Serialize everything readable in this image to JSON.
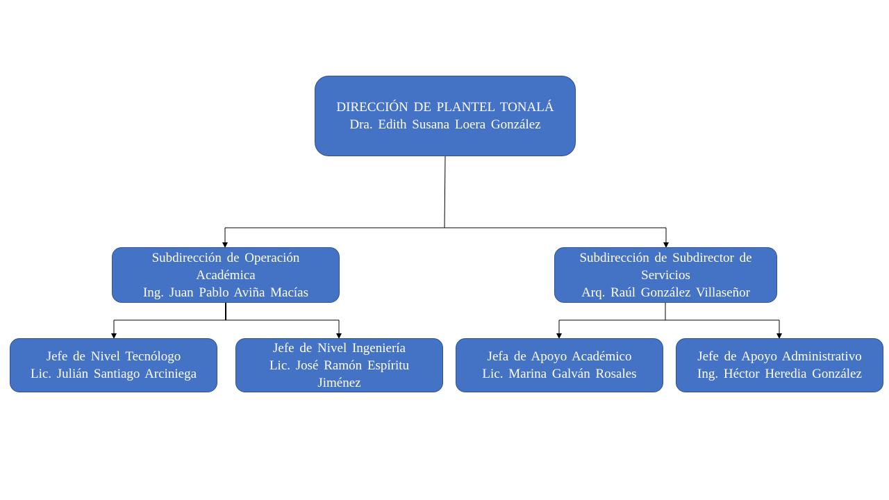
{
  "org_chart": {
    "root": {
      "title": "DIRECCIÓN DE PLANTEL TONALÁ",
      "person": "Dra. Edith Susana Loera González"
    },
    "sub_left": {
      "title_line1": "Subdirección de Operación",
      "title_line2": "Académica",
      "person": "Ing. Juan Pablo Aviña Macías"
    },
    "sub_right": {
      "title_line1": "Subdirección de Subdirector de",
      "title_line2": "Servicios",
      "person": "Arq. Raúl González Villaseñor"
    },
    "leaves": [
      {
        "title": "Jefe de Nivel Tecnólogo",
        "person_line1": "Lic. Julián Santiago Arciniega",
        "person_line2": ""
      },
      {
        "title": "Jefe de Nivel Ingeniería",
        "person_line1": "Lic. José Ramón Espíritu",
        "person_line2": "Jiménez"
      },
      {
        "title": "Jefa de Apoyo Académico",
        "person_line1": "Lic. Marina Galván Rosales",
        "person_line2": ""
      },
      {
        "title": "Jefe de Apoyo Administrativo",
        "person_line1": "Ing. Héctor Heredia González",
        "person_line2": ""
      }
    ],
    "colors": {
      "box_fill": "#4472c4",
      "box_border": "#2f528f",
      "text": "#ffffff",
      "connector": "#000000"
    }
  }
}
